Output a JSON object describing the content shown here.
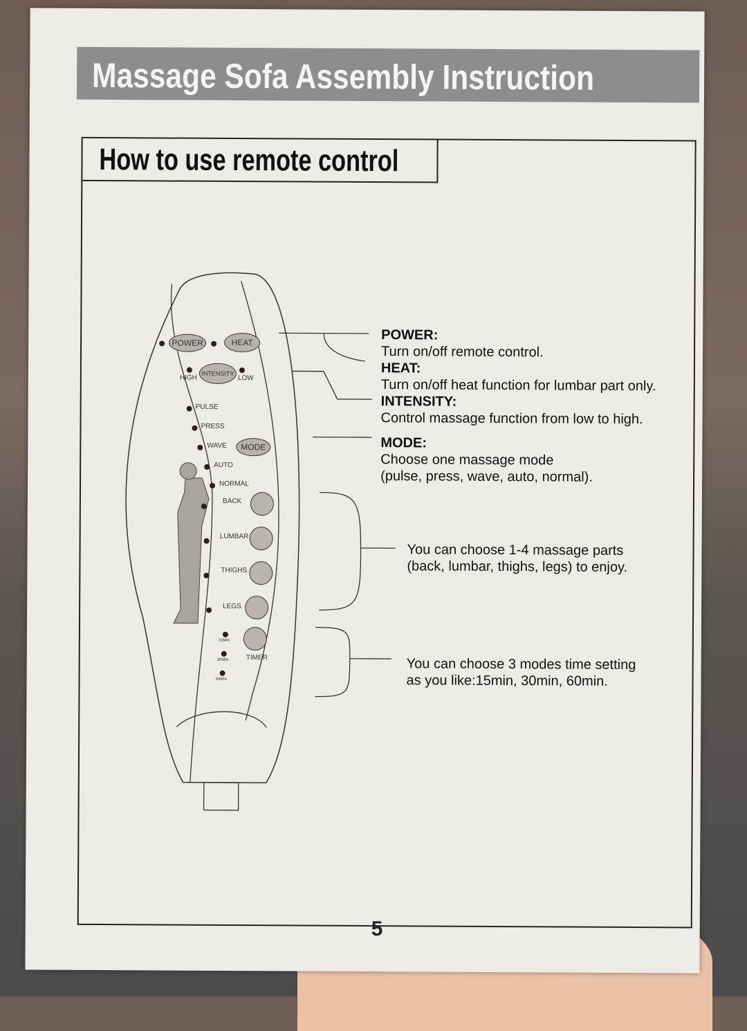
{
  "header": {
    "title": "Massage Sofa Assembly Instruction"
  },
  "section": {
    "title": "How to use remote control"
  },
  "remote": {
    "power": "POWER",
    "heat": "HEAT",
    "intensity": "INTENSITY",
    "high": "HIGH",
    "low": "LOW",
    "modes": [
      "PULSE",
      "PRESS",
      "WAVE",
      "AUTO",
      "NORMAL"
    ],
    "mode": "MODE",
    "parts": [
      "BACK",
      "LUMBAR",
      "THIGHS",
      "LEGS"
    ],
    "times": [
      "15Min",
      "30Min",
      "60Min"
    ],
    "timer": "TIMER"
  },
  "callouts": {
    "power_title": "POWER:",
    "power_desc": "Turn on/off remote control.",
    "heat_title": "HEAT:",
    "heat_desc": "Turn on/off heat function for lumbar part only.",
    "intensity_title": "INTENSITY:",
    "intensity_desc": "Control massage function from low to high.",
    "mode_title": "MODE:",
    "mode_desc1": "Choose one massage mode",
    "mode_desc2": "(pulse, press, wave, auto, normal).",
    "parts_desc1": "You can choose 1-4 massage parts",
    "parts_desc2": "(back, lumbar, thighs, legs) to enjoy.",
    "timer_desc1": "You can choose 3 modes time setting",
    "timer_desc2": "as you like:15min, 30min, 60min."
  },
  "page_number": "5"
}
